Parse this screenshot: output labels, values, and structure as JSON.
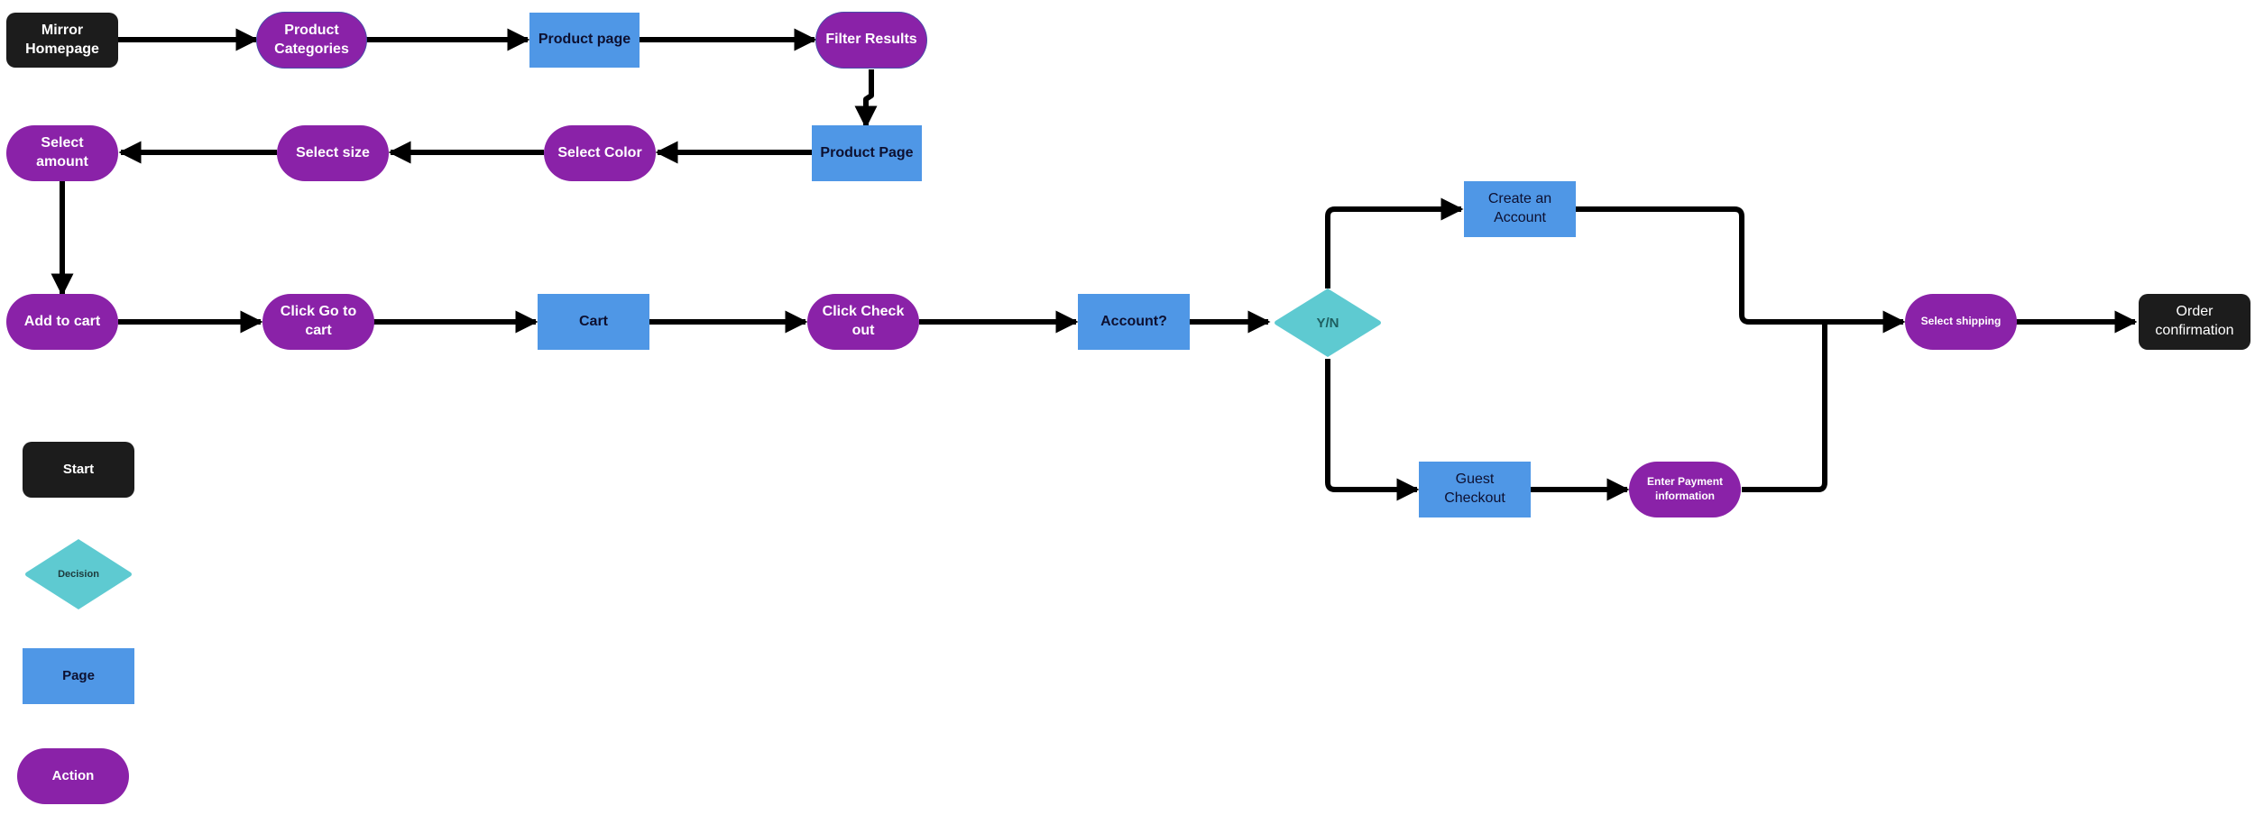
{
  "colors": {
    "start": "#1c1c1c",
    "page": "#4f97e6",
    "action": "#8a22a8",
    "decision": "#5ecad1",
    "connector": "#000000"
  },
  "nodes": {
    "mirror_homepage": "Mirror Homepage",
    "product_categories": "Product Categories",
    "product_page_1": "Product page",
    "filter_results": "Filter Results",
    "product_page_2": "Product Page",
    "select_color": "Select Color",
    "select_size": "Select size",
    "select_amount": "Select amount",
    "add_to_cart": "Add to cart",
    "click_go_to_cart": "Click Go to cart",
    "cart": "Cart",
    "click_check_out": "Click Check out",
    "account": "Account?",
    "yn": "Y/N",
    "create_account": "Create an Account",
    "guest_checkout": "Guest Checkout",
    "enter_payment": "Enter Payment information",
    "select_shipping": "Select shipping",
    "order_confirmation": "Order confirmation"
  },
  "legend": {
    "start": "Start",
    "decision": "Decision",
    "page": "Page",
    "action": "Action"
  }
}
